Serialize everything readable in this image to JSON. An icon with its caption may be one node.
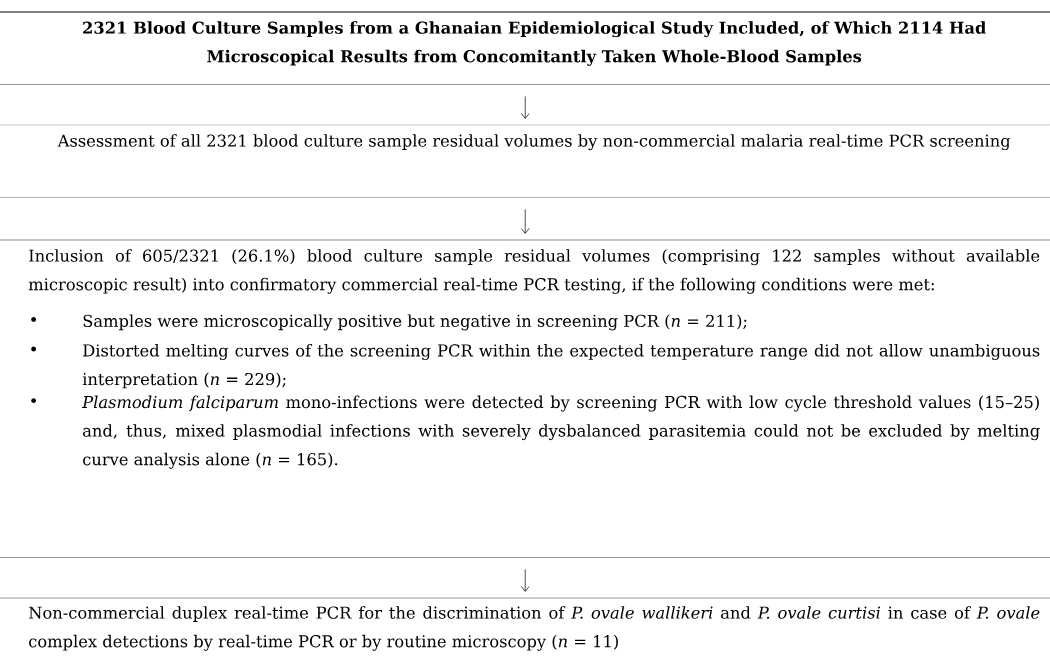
{
  "diagram": {
    "nodes": [
      {
        "text": [
          "2321 Blood Culture Samples from a Ghanaian Epidemiological Study Included, of Which 2114 Had Microscopical Results from Concomitantly Taken Whole-Blood Samples"
        ]
      },
      {
        "text": [
          "Assessment of all 2321 blood culture sample residual volumes by non-commercial malaria real-time PCR screening"
        ]
      },
      {
        "text": [
          "Inclusion of 605/2321 (26.1%) blood culture sample residual volumes (comprising 122 samples without available microscopic result) into confirmatory commercial real-time PCR testing, if the following conditions were met:",
          "Samples were microscopically positive but negative in screening PCR (*n* = 211);",
          "Distorted melting curves of the screening PCR within the expected temperature range did not allow unambiguous interpretation (*n* = 229);",
          "*Plasmodium falciparum* mono-infections were detected by screening PCR with low cycle threshold values (15–25) and, thus, mixed plasmodial infections with severely dysbalanced parasitemia could not be excluded by melting curve analysis alone (*n* = 165)."
        ]
      },
      {
        "text": [
          "Non-commercial duplex real-time PCR for the discrimination of *P. ovale wallikeri* and *P. ovale curtisi* in case of *P. ovale* complex detections by real-time PCR or by routine microscopy (*n* = 11)"
        ]
      }
    ],
    "edges": [
      {
        "from": 0,
        "to": 1,
        "arrow": "to"
      },
      {
        "from": 1,
        "to": 2,
        "arrow": "to"
      },
      {
        "from": 2,
        "to": 3,
        "arrow": "to"
      }
    ]
  }
}
